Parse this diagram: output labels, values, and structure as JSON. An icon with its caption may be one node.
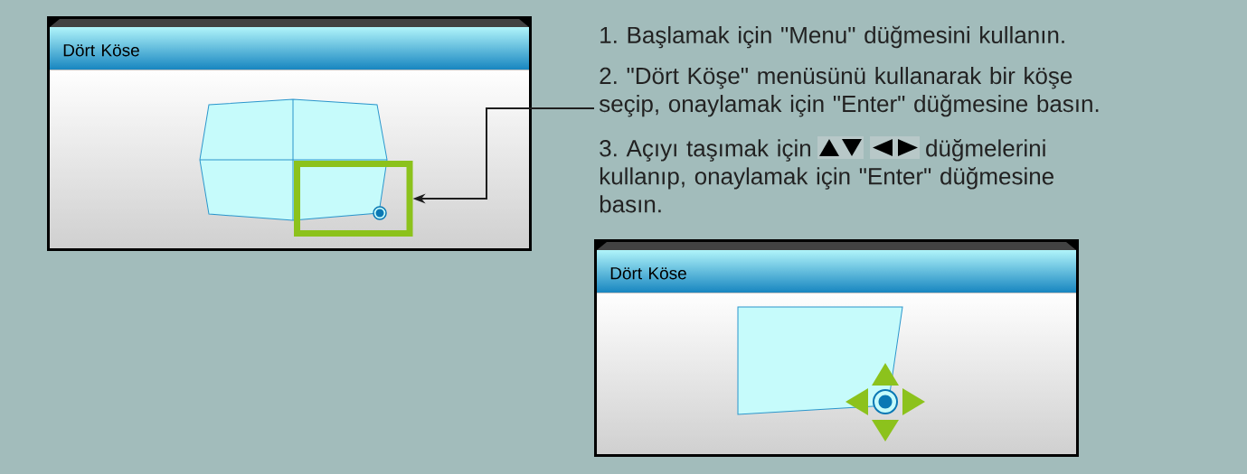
{
  "diagram": {
    "nodes": [
      {
        "text": [
          "Dört Köse"
        ]
      },
      {
        "text": [],
        "shape": "box",
        "in": 0
      },
      {
        "text": [
          "2. \"Dört Köşe\" menüsünü kullanarak bir köşe seçip, onaylamak için \"Enter\" düğmesine basın."
        ]
      },
      {
        "text": [
          "Dört Köse"
        ]
      }
    ],
    "edges": [
      {
        "from": 2,
        "to": 1,
        "arrow": "to"
      }
    ],
    "labels": [
      "1. Başlamak için \"Menu\" düğmesini kullanın.",
      "3. Açıyı taşımak için",
      "düğmelerini kullanıp, onaylamak için \"Enter\" düğmesine basın."
    ]
  }
}
